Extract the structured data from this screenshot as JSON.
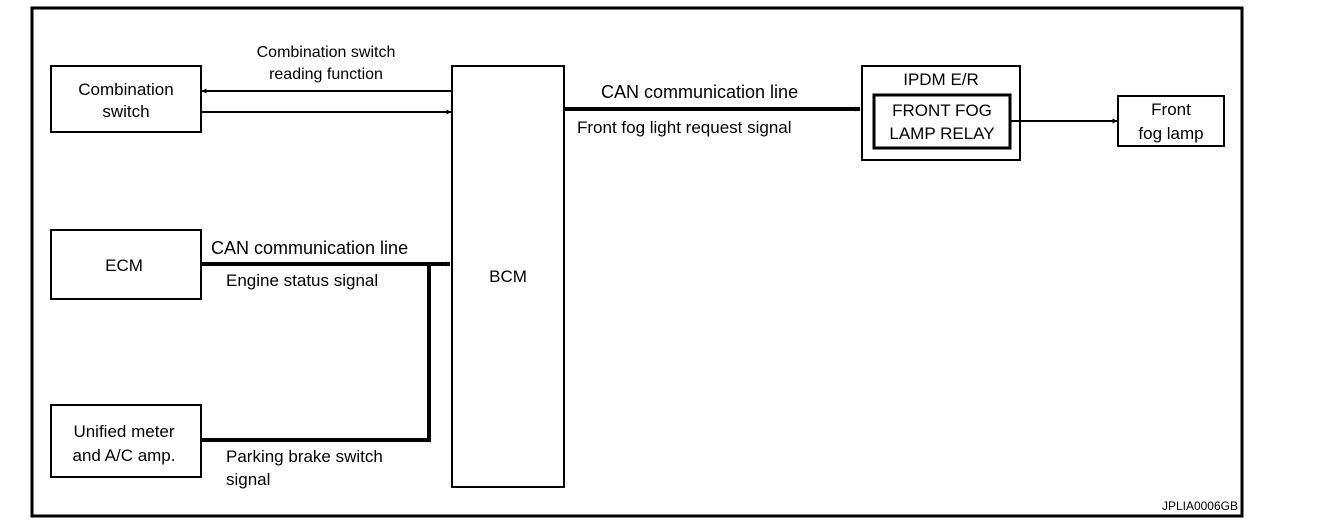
{
  "blocks": {
    "combination_switch": [
      "Combination",
      "switch"
    ],
    "ecm": "ECM",
    "unified_meter": [
      "Unified meter",
      "and A/C amp."
    ],
    "bcm": "BCM",
    "ipdm": "IPDM E/R",
    "front_fog_relay": [
      "FRONT FOG",
      "LAMP RELAY"
    ],
    "front_fog_lamp": [
      "Front",
      "fog lamp"
    ]
  },
  "signals": {
    "combination_reading": [
      "Combination switch",
      "reading function"
    ],
    "can_line_ecm": "CAN communication line",
    "engine_status": "Engine status signal",
    "parking_brake": [
      "Parking brake switch",
      "signal"
    ],
    "can_line_ipdm": "CAN communication line",
    "fog_request": "Front fog light request signal"
  },
  "figure_id": "JPLIA0006GB"
}
